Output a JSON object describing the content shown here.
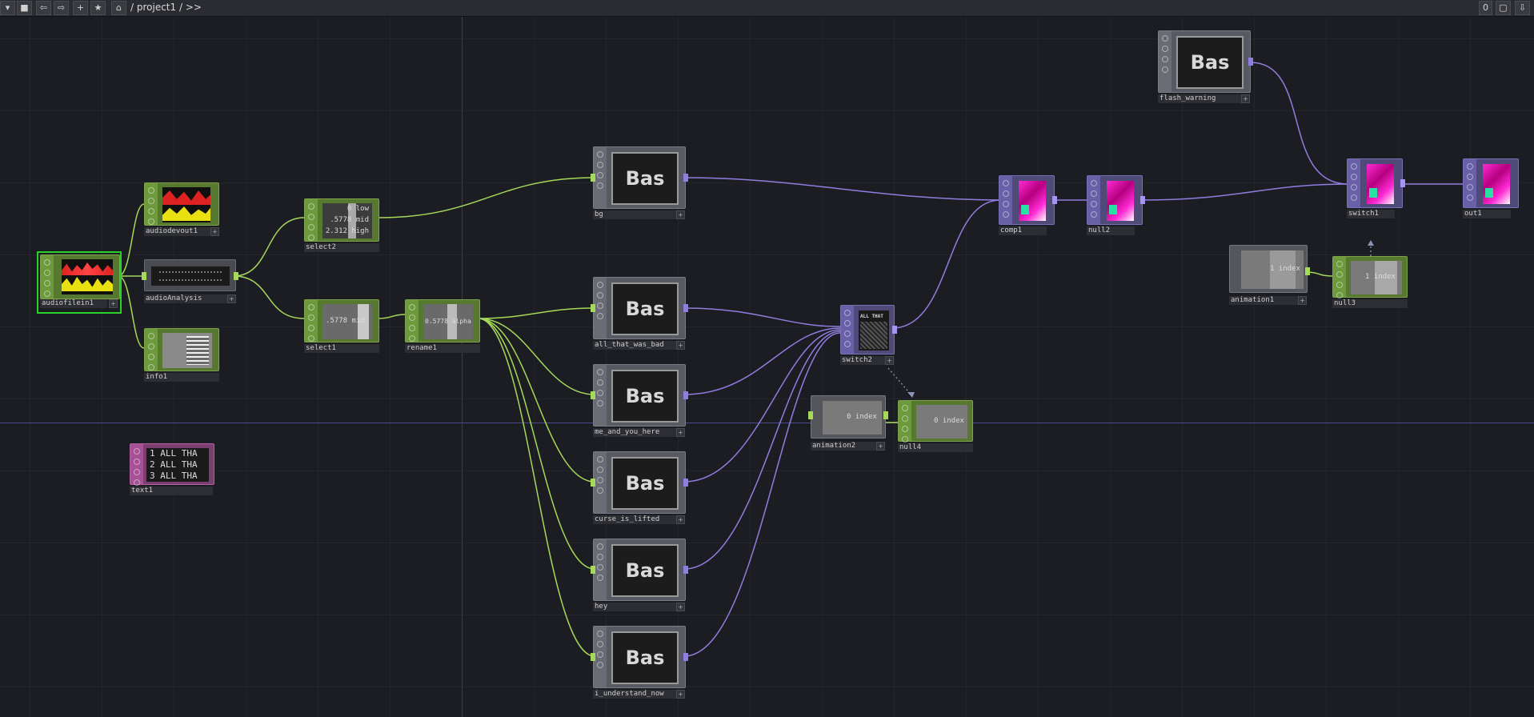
{
  "toolbar": {
    "path": "/ project1 / >>",
    "right_count": "0",
    "buttons": [
      "chevron-down-icon",
      "stop-icon",
      "back-icon",
      "forward-icon",
      "plus-icon",
      "star-icon",
      "home-icon"
    ]
  },
  "colors": {
    "chop": "#6e9a3e",
    "top": "#6a6c75",
    "comp": "#6a60a8",
    "dat": "#a65196",
    "chop_wire": "#a6d85a",
    "top_wire": "#8f7de0"
  },
  "nodes": {
    "audiofilein1": {
      "label": "audiofilein1"
    },
    "audiodevout1": {
      "label": "audiodevout1"
    },
    "audioAnalysis": {
      "label": "audioAnalysis"
    },
    "info1": {
      "label": "info1"
    },
    "select2": {
      "label": "select2",
      "lines": [
        "0 low",
        ".5778 mid",
        "2.312 high"
      ]
    },
    "select1": {
      "label": "select1",
      "lines": [
        ".5778 mid"
      ]
    },
    "rename1": {
      "label": "rename1",
      "lines": [
        "0.5778 alpha"
      ]
    },
    "text1": {
      "label": "text1",
      "lines": [
        "1 ALL THA",
        "2 ALL THA",
        "3 ALL THA"
      ]
    },
    "bg": {
      "label": "bg",
      "text": "Bas"
    },
    "all_that_was_bad": {
      "label": "all_that_was_bad",
      "text": "Bas"
    },
    "me_and_you_here": {
      "label": "me_and_you_here",
      "text": "Bas"
    },
    "curse_is_lifted": {
      "label": "curse_is_lifted",
      "text": "Bas"
    },
    "hey": {
      "label": "hey",
      "text": "Bas"
    },
    "i_understand_now": {
      "label": "i_understand_now",
      "text": "Bas"
    },
    "flash_warning": {
      "label": "flash_warning",
      "text": "Bas"
    },
    "switch2": {
      "label": "switch2",
      "text": "ALL THAT"
    },
    "animation2": {
      "label": "animation2",
      "lines": [
        "0 index"
      ]
    },
    "null4": {
      "label": "null4",
      "lines": [
        "0 index"
      ]
    },
    "comp1": {
      "label": "comp1"
    },
    "null2": {
      "label": "null2"
    },
    "switch1": {
      "label": "switch1"
    },
    "out1": {
      "label": "out1"
    },
    "animation1": {
      "label": "animation1",
      "lines": [
        "1 index"
      ]
    },
    "null3": {
      "label": "null3",
      "lines": [
        "1 index"
      ]
    }
  }
}
